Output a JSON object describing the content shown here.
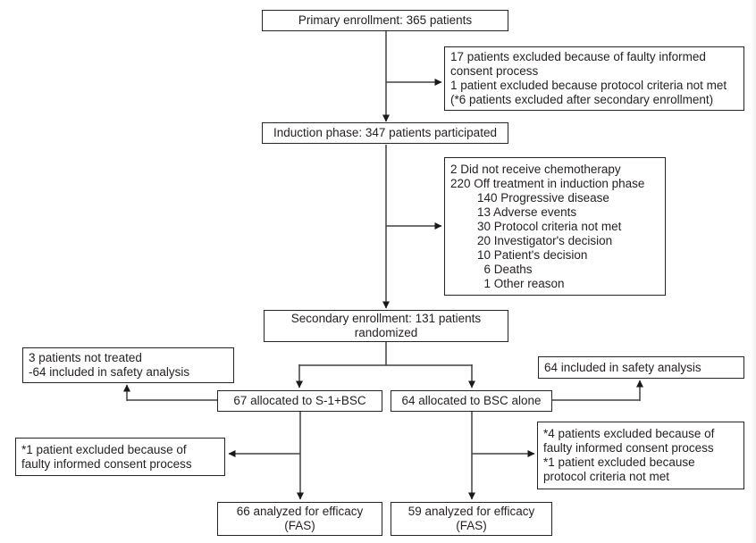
{
  "colors": {
    "border": "#262323",
    "line": "#414042",
    "arrowhead": "#1a1a1a",
    "text": "#231f20",
    "background": "#ffffff"
  },
  "boxes": {
    "primary": "Primary enrollment: 365 patients",
    "exclusion_primary": "17 patients excluded because of faulty informed\nconsent process\n1 patient excluded because protocol criteria not met\n(*6 patients excluded after secondary enrollment)",
    "induction": "Induction phase: 347 patients participated",
    "exclusion_induction": "2 Did not receive chemotherapy\n220 Off treatment in induction phase\n        140 Progressive disease\n        13 Adverse events\n        30 Protocol criteria not met\n        20 Investigator's decision\n        10 Patient's decision\n          6 Deaths\n          1 Other reason",
    "secondary": "Secondary enrollment: 131 patients\nrandomized",
    "not_treated": "3 patients not treated\n-64 included in safety analysis",
    "safety_bsc": "64 included in safety analysis",
    "alloc_s1": "67 allocated to S-1+BSC",
    "alloc_bsc": "64 allocated to BSC alone",
    "exclusion_s1": "*1 patient excluded because of\nfaulty informed consent process",
    "exclusion_bsc": "*4 patients excluded because of\nfaulty informed consent process\n*1 patient excluded because\nprotocol criteria not met",
    "fas_s1": "66 analyzed for efficacy\n(FAS)",
    "fas_bsc": "59 analyzed for efficacy\n(FAS)"
  }
}
